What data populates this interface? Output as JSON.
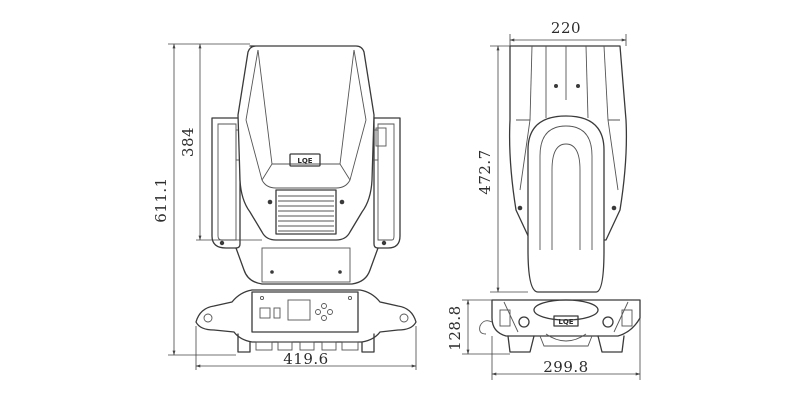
{
  "front_view": {
    "dim_total_height": "611.1",
    "dim_head_height": "384",
    "dim_base_width": "419.6",
    "logo": "LQE"
  },
  "side_view": {
    "dim_head_width": "220",
    "dim_head_height": "472.7",
    "dim_base_height": "128.8",
    "dim_base_width": "299.8",
    "logo": "LQE"
  }
}
